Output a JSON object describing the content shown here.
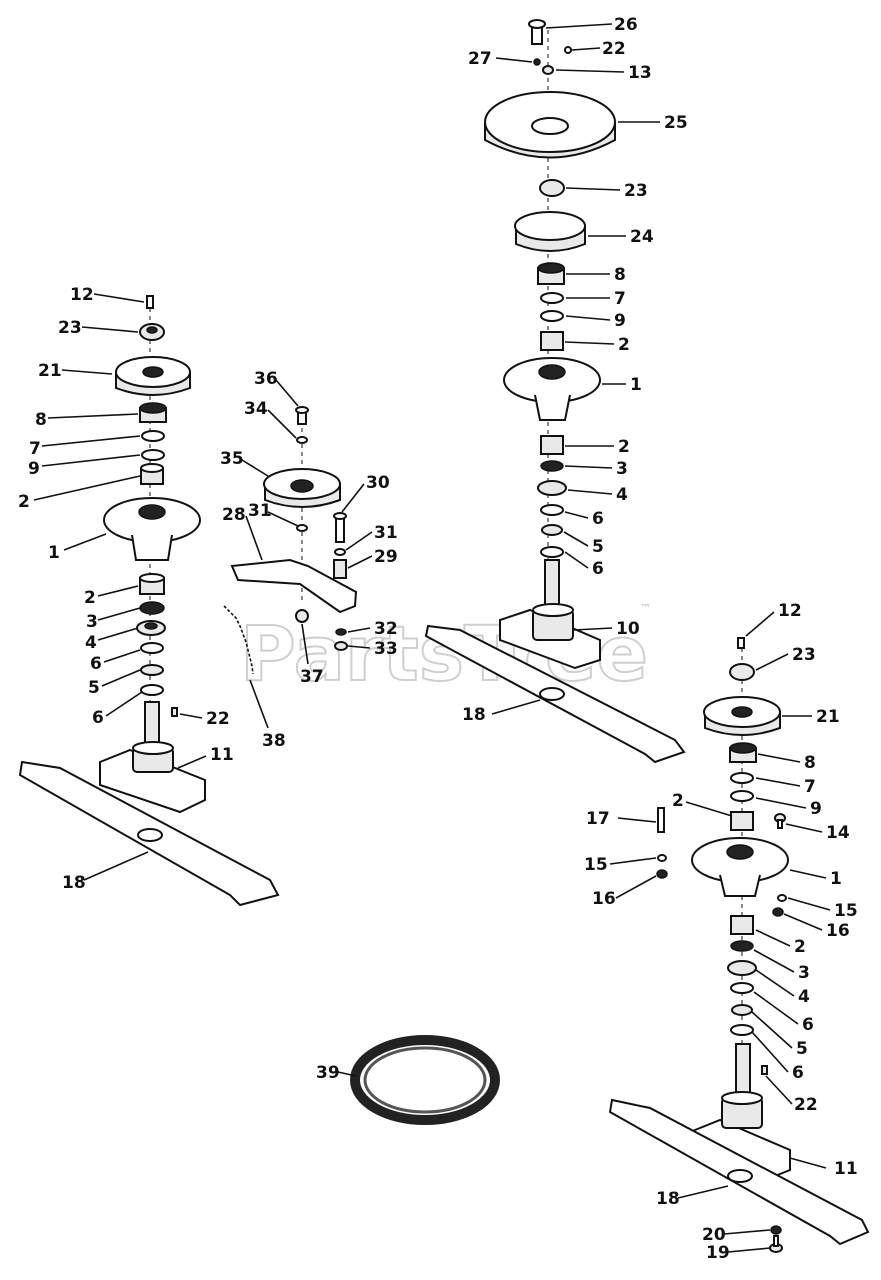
{
  "watermark": {
    "text": "PartsTree",
    "tm": "™"
  },
  "callouts": {
    "c12a": "12",
    "c23a": "23",
    "c21a": "21",
    "c8a": "8",
    "c7a": "7",
    "c9a": "9",
    "c2a": "2",
    "c1a": "1",
    "c2b": "2",
    "c3a": "3",
    "c4a": "4",
    "c6a": "6",
    "c5a": "5",
    "c6b": "6",
    "c22a": "22",
    "c11a": "11",
    "c18a": "18",
    "c36": "36",
    "c34": "34",
    "c35": "35",
    "c30": "30",
    "c28": "28",
    "c31a": "31",
    "c31b": "31",
    "c29": "29",
    "c32": "32",
    "c33": "33",
    "c37": "37",
    "c38": "38",
    "c26": "26",
    "c27": "27",
    "c22b": "22",
    "c13": "13",
    "c25": "25",
    "c23b": "23",
    "c24": "24",
    "c8b": "8",
    "c7b": "7",
    "c9b": "9",
    "c2c": "2",
    "c1b": "1",
    "c2d": "2",
    "c3b": "3",
    "c4b": "4",
    "c6c": "6",
    "c5b": "5",
    "c6d": "6",
    "c10": "10",
    "c18b": "18",
    "c12b": "12",
    "c23c": "23",
    "c21b": "21",
    "c8c": "8",
    "c7c": "7",
    "c9c": "9",
    "c2e": "2",
    "c17": "17",
    "c14": "14",
    "c15a": "15",
    "c1c": "1",
    "c16a": "16",
    "c15b": "15",
    "c16b": "16",
    "c2f": "2",
    "c3c": "3",
    "c4c": "4",
    "c6e": "6",
    "c5c": "5",
    "c6f": "6",
    "c22c": "22",
    "c11b": "11",
    "c18c": "18",
    "c20": "20",
    "c19": "19",
    "c39": "39"
  }
}
